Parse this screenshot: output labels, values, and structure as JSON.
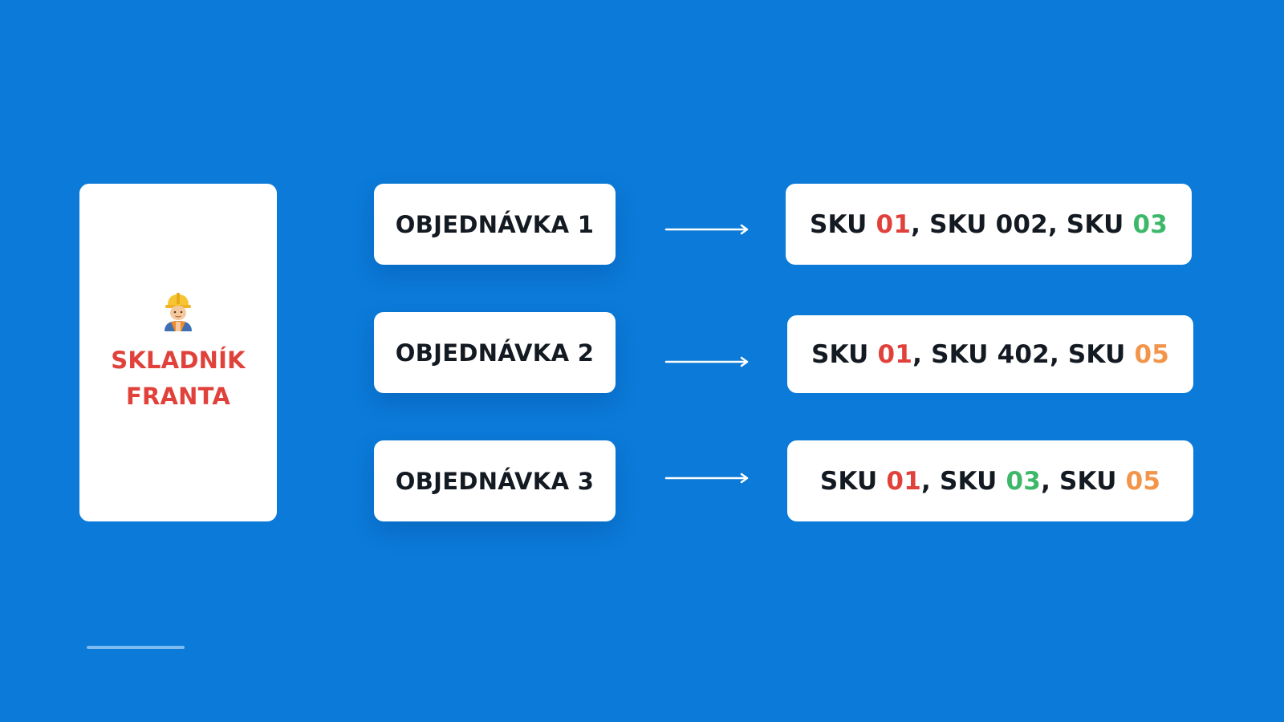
{
  "colors": {
    "background": "#0b7ad8",
    "worker_name": "#e0413b",
    "red": "#e0413b",
    "green": "#3db86a",
    "orange": "#f2954a",
    "text_dark": "#141a22"
  },
  "worker": {
    "icon": "construction-worker-icon",
    "name_line1": "SKLADNÍK",
    "name_line2": "FRANTA"
  },
  "orders": [
    {
      "label": "OBJEDNÁVKA 1"
    },
    {
      "label": "OBJEDNÁVKA 2"
    },
    {
      "label": "OBJEDNÁVKA 3"
    }
  ],
  "sku_rows": [
    {
      "parts": [
        {
          "text": "SKU ",
          "color": "dark"
        },
        {
          "text": "01",
          "color": "red"
        },
        {
          "text": ", SKU 002, SKU ",
          "color": "dark"
        },
        {
          "text": "03",
          "color": "green"
        }
      ]
    },
    {
      "parts": [
        {
          "text": "SKU ",
          "color": "dark"
        },
        {
          "text": "01",
          "color": "red"
        },
        {
          "text": ", SKU 402, SKU ",
          "color": "dark"
        },
        {
          "text": "05",
          "color": "orange"
        }
      ]
    },
    {
      "parts": [
        {
          "text": "SKU ",
          "color": "dark"
        },
        {
          "text": "01",
          "color": "red"
        },
        {
          "text": ", SKU ",
          "color": "dark"
        },
        {
          "text": "03",
          "color": "green"
        },
        {
          "text": ", SKU ",
          "color": "dark"
        },
        {
          "text": "05",
          "color": "orange"
        }
      ]
    }
  ]
}
